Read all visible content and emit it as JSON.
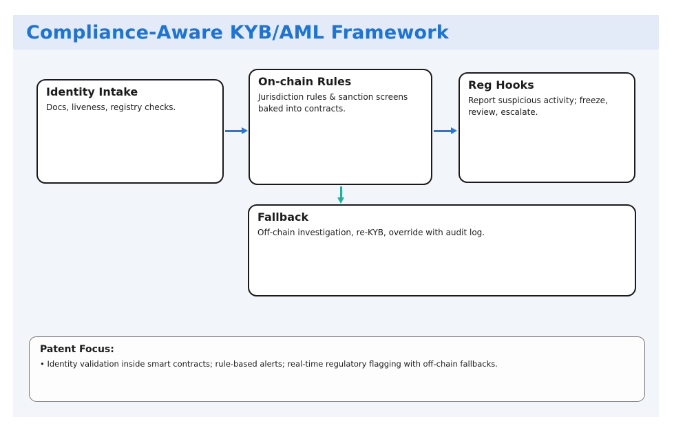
{
  "colors": {
    "page_bg": "#ffffff",
    "canvas_bg": "#f2f5fa",
    "header_bg": "#e4ebf8",
    "title_blue": "#1b74d6",
    "arrow_blue": "#1e78e8",
    "arrow_teal": "#21ae9b",
    "node_border": "#1a1a1a",
    "note_border": "#777777",
    "text_dark": "#1c1c1c"
  },
  "header": {
    "title": "Compliance-Aware KYB/AML Framework"
  },
  "nodes": {
    "identity_intake": {
      "title": "Identity Intake",
      "body": "Docs, liveness, registry checks."
    },
    "onchain_rules": {
      "title": "On-chain Rules",
      "body": "Jurisdiction rules & sanction screens baked into contracts."
    },
    "reg_hooks": {
      "title": "Reg Hooks",
      "body": "Report suspicious activity; freeze, review, escalate."
    },
    "fallback": {
      "title": "Fallback",
      "body": "Off-chain investigation, re-KYB, override with audit log."
    }
  },
  "edges": [
    {
      "from": "identity_intake",
      "to": "onchain_rules",
      "direction": "right",
      "color": "#1e78e8"
    },
    {
      "from": "onchain_rules",
      "to": "reg_hooks",
      "direction": "right",
      "color": "#1e78e8"
    },
    {
      "from": "onchain_rules",
      "to": "fallback",
      "direction": "down",
      "color": "#21ae9b"
    }
  ],
  "note": {
    "title": "Patent Focus:",
    "bullet": "• Identity validation inside smart contracts; rule-based alerts; real-time regulatory flagging with off-chain fallbacks."
  }
}
